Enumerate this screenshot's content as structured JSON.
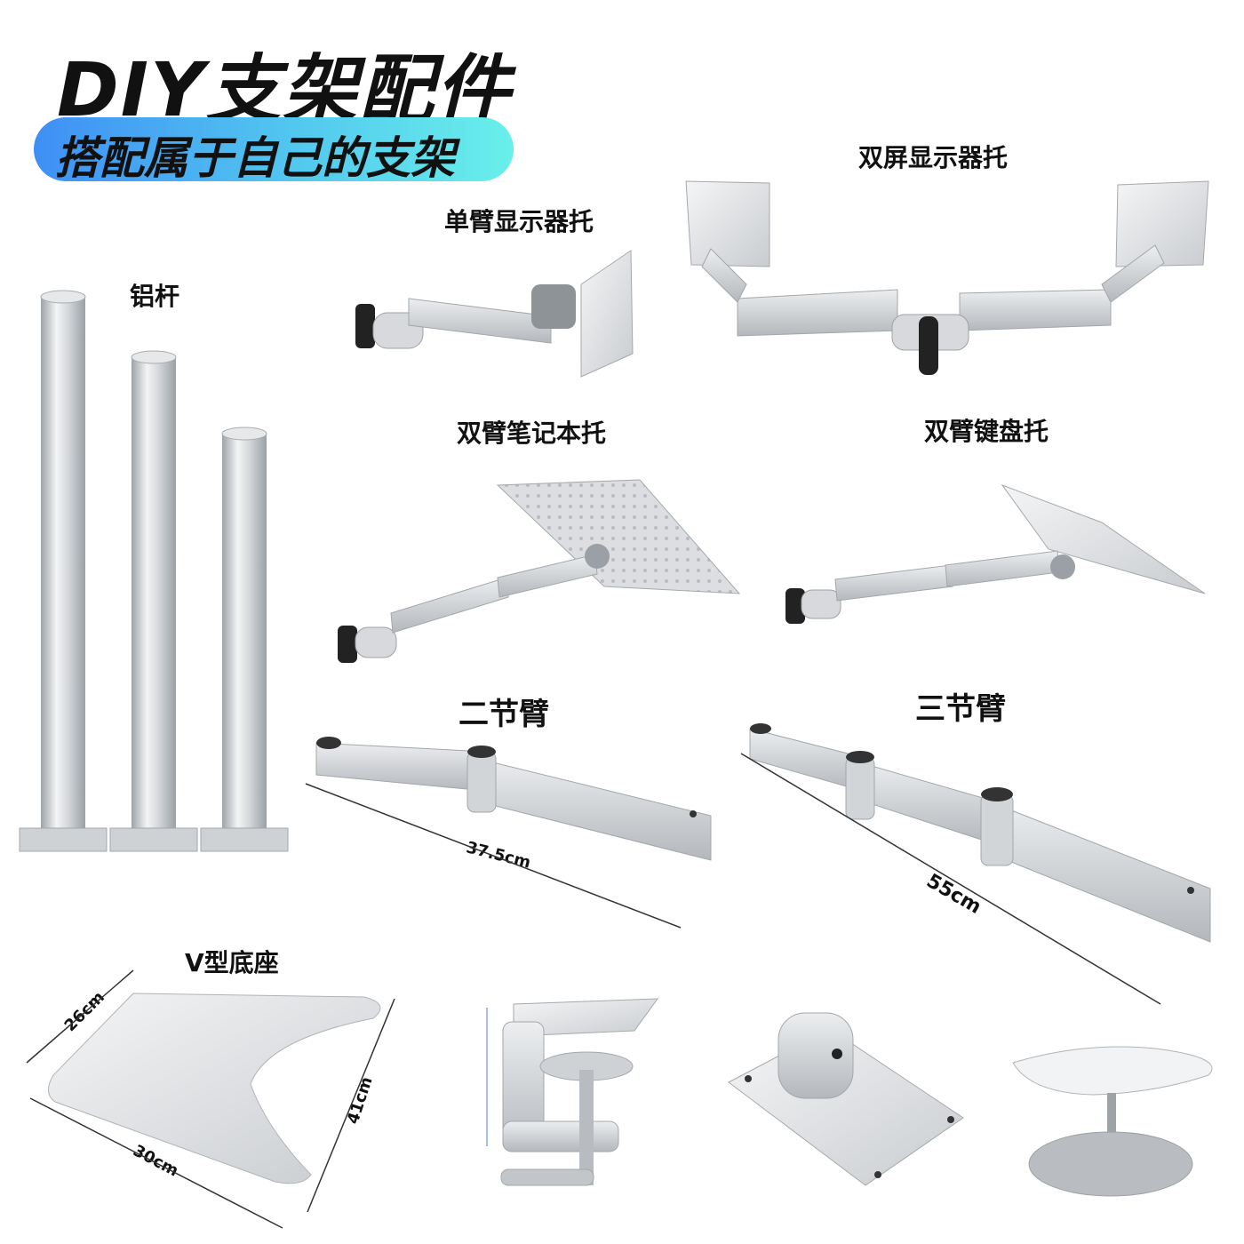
{
  "header": {
    "title": "DIY支架配件",
    "subtitle": "搭配属于自己的支架"
  },
  "labels": {
    "aluminum_pole": "铝杆",
    "single_arm_monitor": "单臂显示器托",
    "dual_screen_monitor": "双屏显示器托",
    "dual_arm_laptop": "双臂笔记本托",
    "dual_arm_keyboard": "双臂键盘托",
    "two_section_arm": "二节臂",
    "three_section_arm": "三节臂",
    "v_base": "V型底座"
  },
  "dimensions": {
    "two_section_length": "37.5cm",
    "three_section_length": "55cm",
    "v_base_top": "26cm",
    "v_base_bottom": "30cm",
    "v_base_side": "41cm"
  },
  "colors": {
    "pill_start": "#3f8ff5",
    "pill_end": "#69f0ea",
    "metal": "#d4d6d9",
    "metal_dark": "#a8acb1",
    "knob": "#222222"
  }
}
